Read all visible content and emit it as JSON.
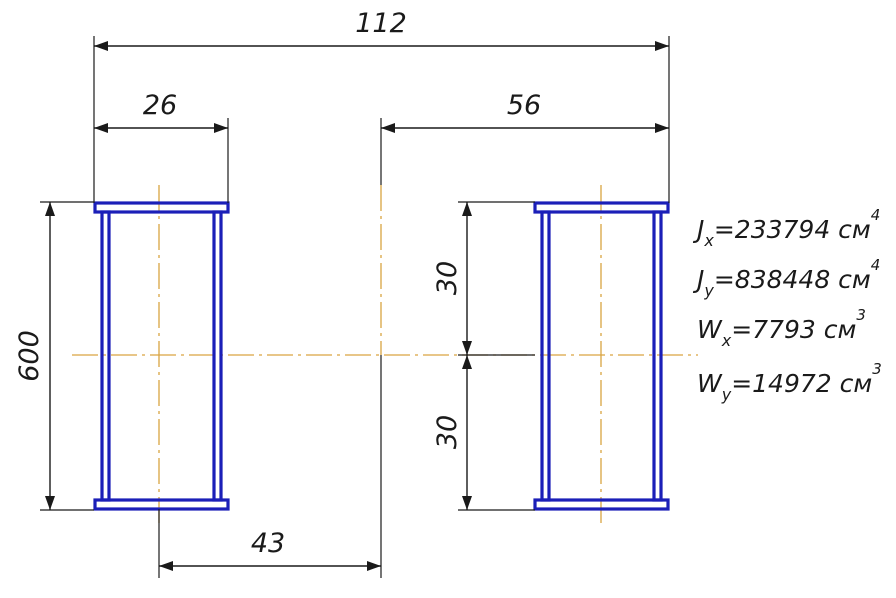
{
  "dimensions": {
    "overall_width": "112",
    "left_flange_width": "26",
    "right_offset": "56",
    "height": "600",
    "upper_half": "30",
    "lower_half": "30",
    "bottom_spacing": "43"
  },
  "properties": {
    "jx": {
      "symbol": "J",
      "sub": "x",
      "value": "=233794 см",
      "exp": "4"
    },
    "jy": {
      "symbol": "J",
      "sub": "y",
      "value": "=838448 см",
      "exp": "4"
    },
    "wx": {
      "symbol": "W",
      "sub": "x",
      "value": "=7793 см",
      "exp": "3"
    },
    "wy": {
      "symbol": "W",
      "sub": "y",
      "value": "=14972 см",
      "exp": "3"
    }
  },
  "colors": {
    "beam": "#1b1fb8",
    "axis": "#d9a441",
    "lines": "#1a1a1a"
  }
}
